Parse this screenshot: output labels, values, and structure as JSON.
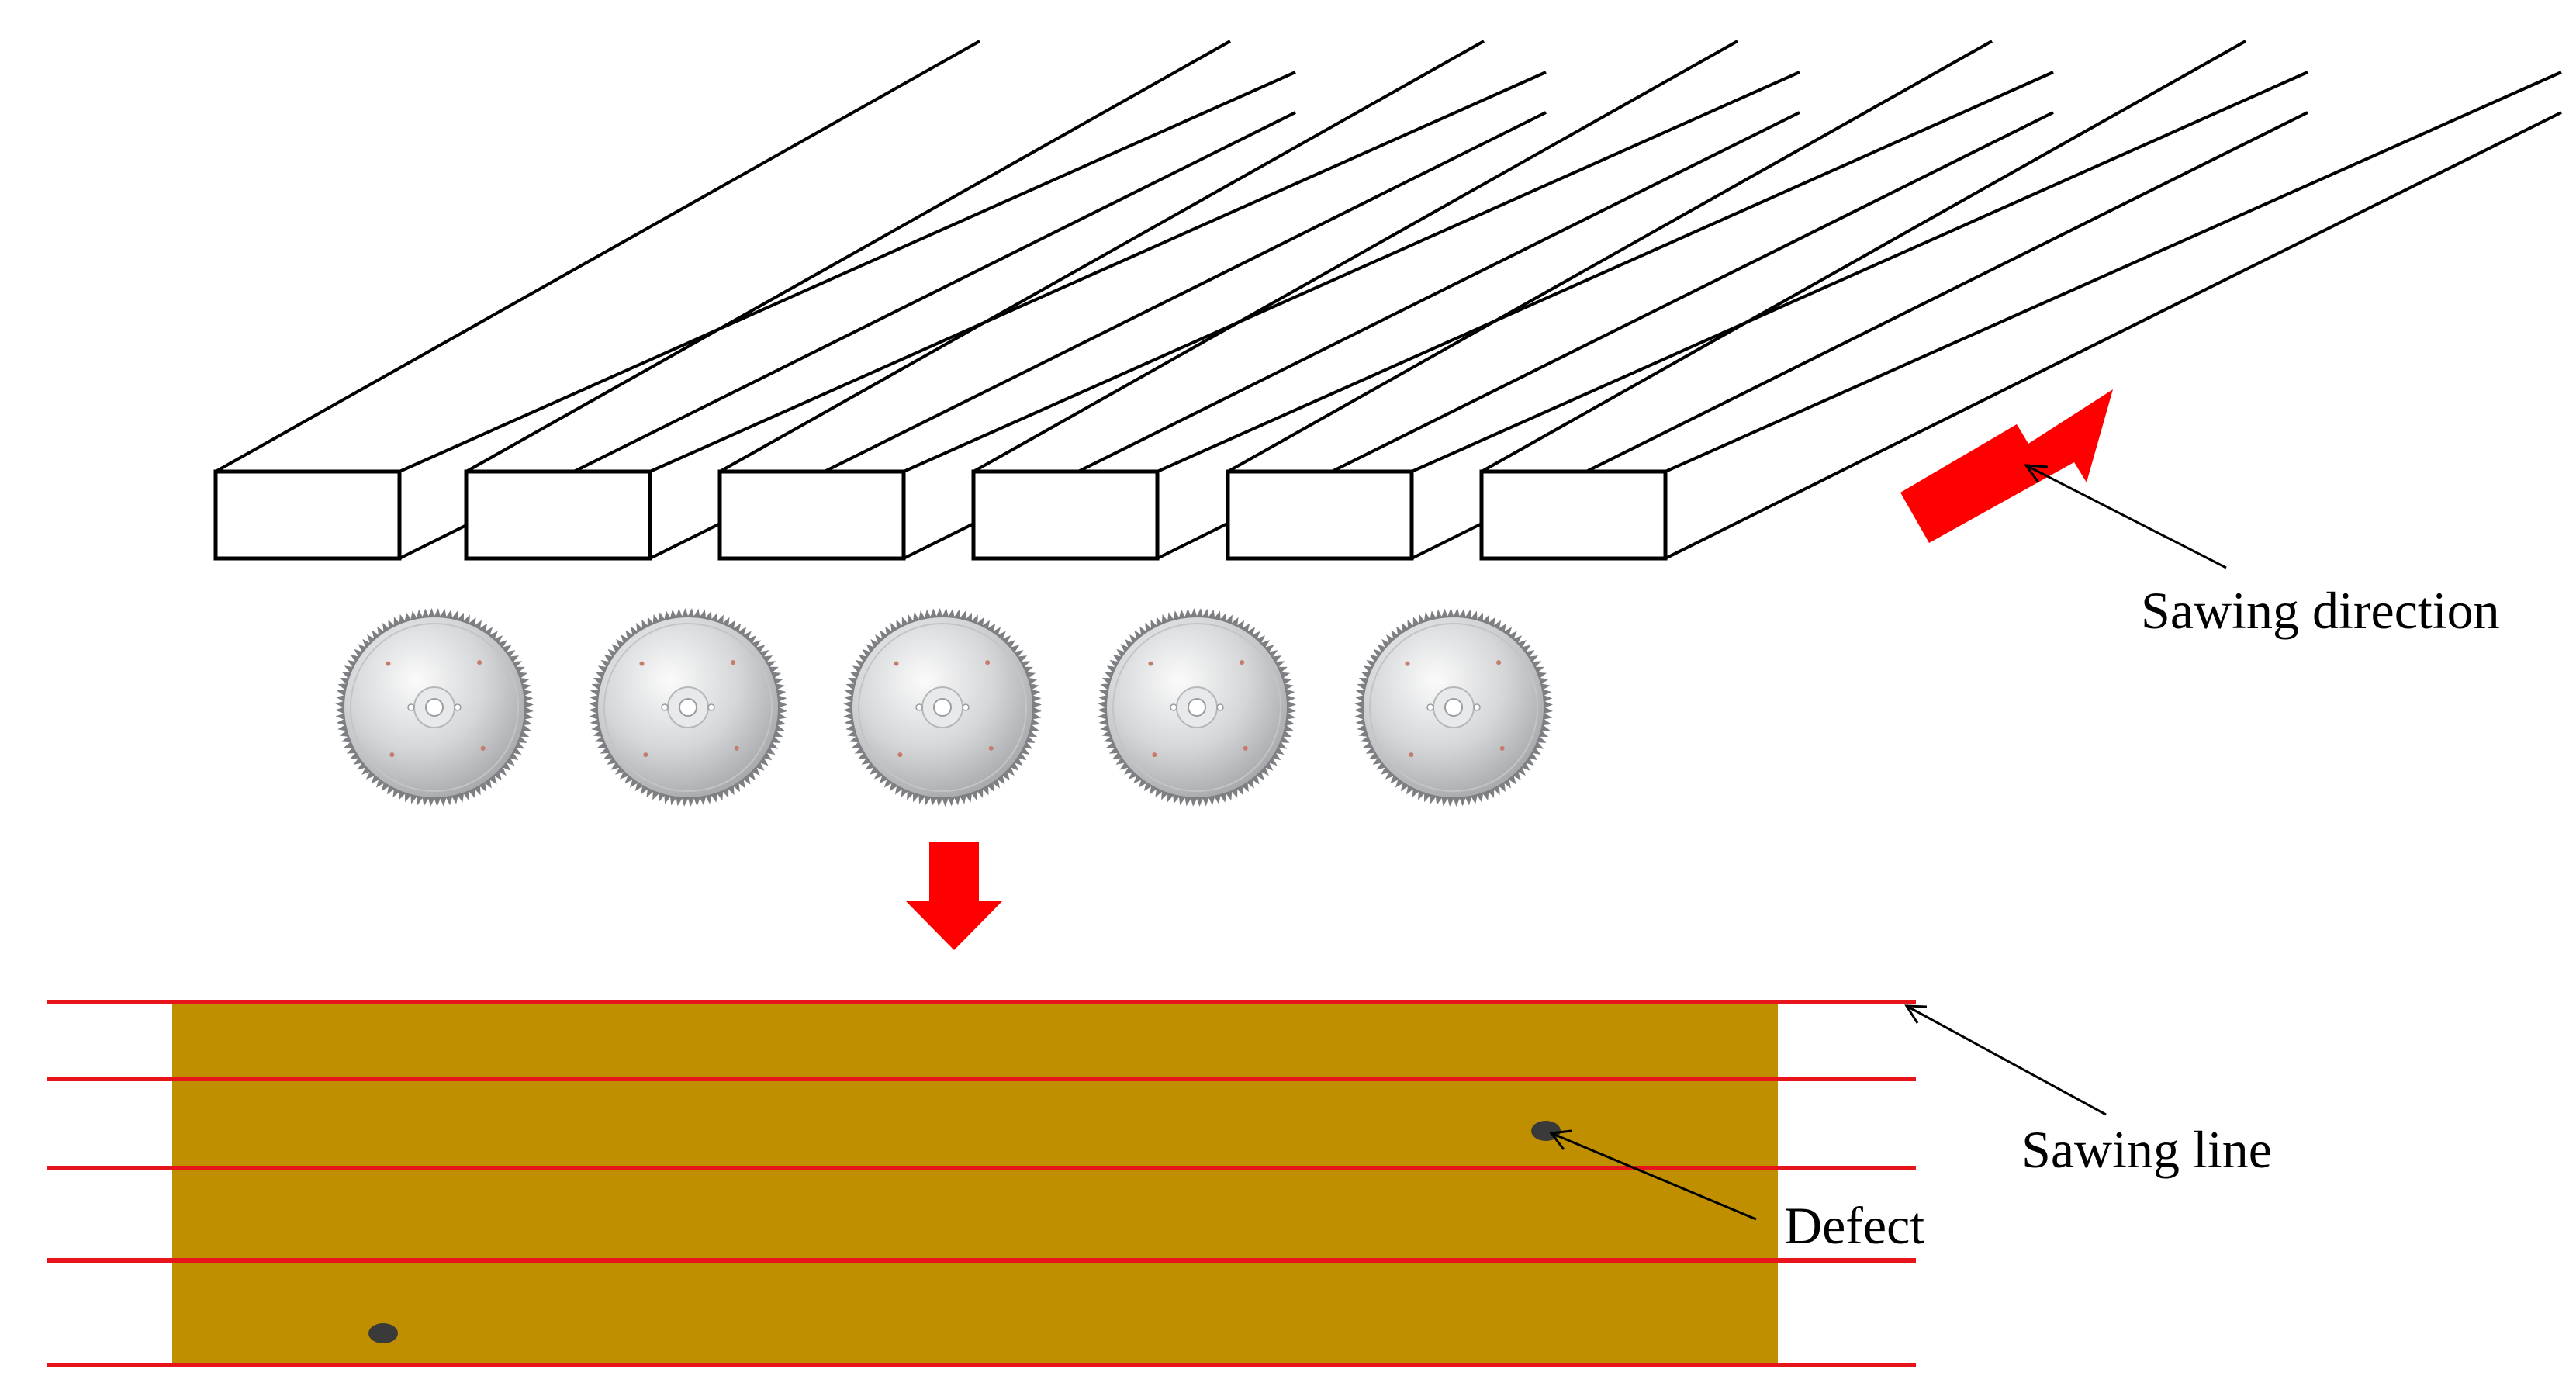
{
  "labels": {
    "sawing_direction": "Sawing direction",
    "sawing_line": "Sawing line",
    "defect": "Defect"
  },
  "colors": {
    "outline": "#000000",
    "arrow": "#ff0000",
    "sawing_line": "#e8141c",
    "wood": "#bf8f00",
    "defect": "#3a3a3a",
    "blade_light": "#f2f2f2",
    "blade_dark": "#a9abad",
    "blade_teeth": "#7d7f82"
  },
  "icons": {
    "boards": "board-icon",
    "saw_blades": "saw-blade-icon",
    "direction_arrow": "arrow-up-right-icon",
    "process_arrow": "arrow-down-icon"
  },
  "counts": {
    "boards": 6,
    "saw_blades": 5,
    "sawing_lines": 5,
    "defects": 2
  }
}
